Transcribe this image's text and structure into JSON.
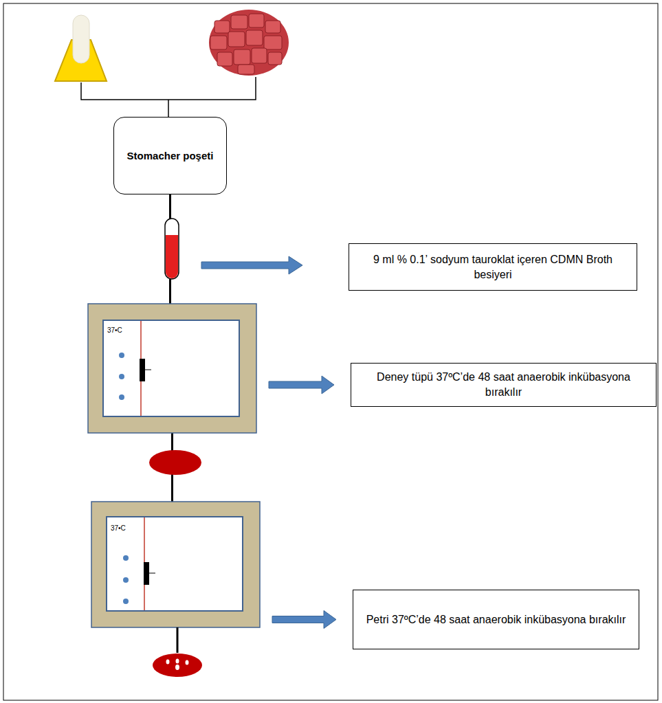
{
  "diagram": {
    "nodes": [
      {
        "text": [
          "Stomacher poşeti"
        ]
      },
      {
        "text": [
          "9 ml % 0.1’ sodyum tauroklat içeren CDMN Broth besiyeri"
        ]
      },
      {
        "text": [
          "37•C"
        ]
      },
      {
        "text": [
          "Deney tüpü 37ºC’de 48 saat anaerobik inkübasyona bırakılır"
        ]
      },
      {
        "text": [
          "37•C"
        ]
      },
      {
        "text": [
          "Petri 37ºC’de 48 saat anaerobik inkübasyona bırakılır"
        ]
      }
    ],
    "edges": [
      {
        "from": 0,
        "to": 2,
        "arrow": "none"
      },
      {
        "from": 2,
        "to": 3,
        "arrow": "to"
      },
      {
        "from": 2,
        "to": 4,
        "arrow": "none"
      },
      {
        "from": 4,
        "to": 5,
        "arrow": "to"
      }
    ]
  }
}
